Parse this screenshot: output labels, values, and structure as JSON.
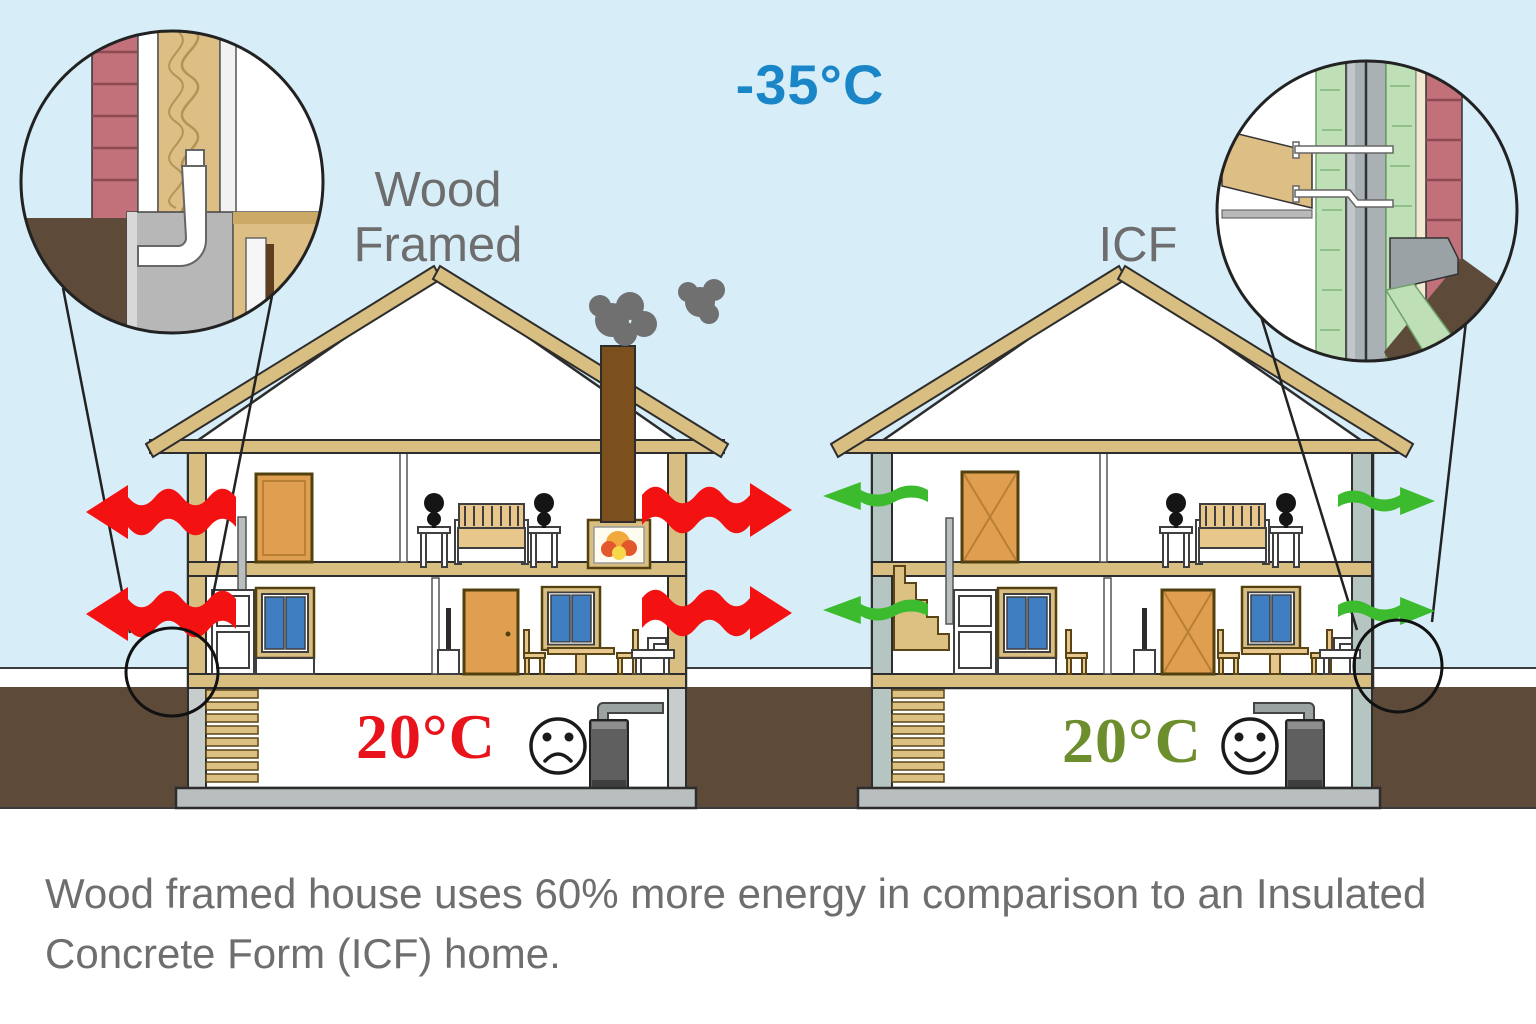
{
  "sky": {
    "outdoor_temperature": "-35°C"
  },
  "wood_house": {
    "label": "Wood Framed",
    "indoor_temperature": "20°C",
    "mood": "sad",
    "heat_loss": "large red wavy arrows through both side walls",
    "features": [
      "chimney with smoke",
      "fireplace",
      "wood stud walls"
    ]
  },
  "icf_house": {
    "label": "ICF",
    "indoor_temperature": "20°C",
    "mood": "happy",
    "heat_loss": "small green arrows through both side walls",
    "features": [
      "insulated concrete form walls",
      "no chimney smoke"
    ]
  },
  "caption": {
    "line1": "Wood framed house uses 60% more energy in comparison to an Insulated",
    "line2": "Concrete Form (ICF) home."
  },
  "icons": {
    "wood_mood": "sad-face-icon",
    "icf_mood": "happy-face-icon",
    "wood_heat": "red-wavy-heat-arrows",
    "icf_heat": "green-heat-arrows",
    "chimney_output": "smoke-clouds",
    "details": [
      "wood-wall-detail-circle",
      "icf-wall-detail-circle"
    ]
  },
  "colors": {
    "sky": "#d7edf8",
    "ground": "#5d4a39",
    "snow": "#ffffff",
    "outdoor-temp": "#1a86c8",
    "label-gray": "#6d6d6d",
    "caption-gray": "#6e6e6e",
    "heat-red": "#f31111",
    "heat-green": "#3cbb2f",
    "temp-red": "#e8131b",
    "temp-olive": "#6d8e2d",
    "wood-tan": "#d9be81",
    "icf-gray": "#b5c6c2"
  }
}
